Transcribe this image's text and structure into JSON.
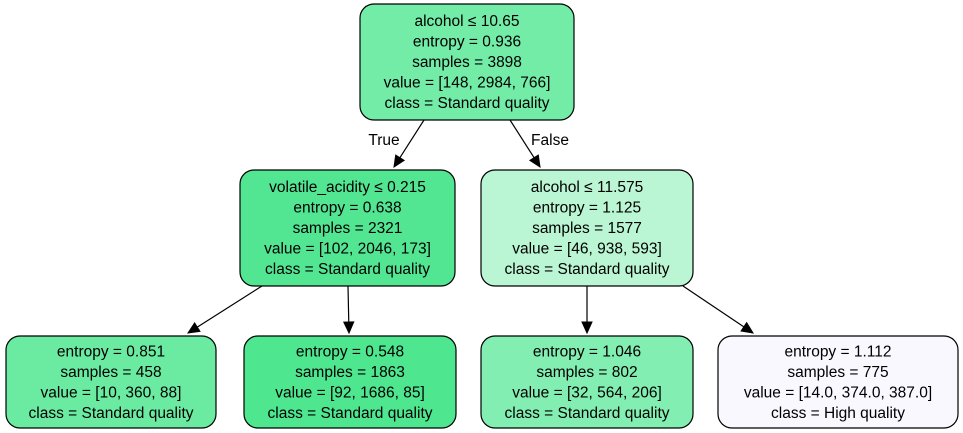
{
  "tree": {
    "nodes": [
      {
        "id": "root",
        "lines": [
          "alcohol ≤ 10.65",
          "entropy = 0.936",
          "samples = 3898",
          "value = [148, 2984, 766]",
          "class = Standard quality"
        ],
        "fill": "#72eca6"
      },
      {
        "id": "left",
        "lines": [
          "volatile_acidity ≤ 0.215",
          "entropy = 0.638",
          "samples = 2321",
          "value = [102, 2046, 173]",
          "class = Standard quality"
        ],
        "fill": "#52e692"
      },
      {
        "id": "right",
        "lines": [
          "alcohol ≤ 11.575",
          "entropy = 1.125",
          "samples = 1577",
          "value = [46, 938, 593]",
          "class = Standard quality"
        ],
        "fill": "#baf6d3"
      },
      {
        "id": "left-left",
        "lines": [
          "entropy = 0.851",
          "samples = 458",
          "value = [10, 360, 88]",
          "class = Standard quality"
        ],
        "fill": "#6aeba1"
      },
      {
        "id": "left-right",
        "lines": [
          "entropy = 0.548",
          "samples = 1863",
          "value = [92, 1686, 85]",
          "class = Standard quality"
        ],
        "fill": "#4ee68f"
      },
      {
        "id": "right-left",
        "lines": [
          "entropy = 1.046",
          "samples = 802",
          "value = [32, 564, 206]",
          "class = Standard quality"
        ],
        "fill": "#83eeb1"
      },
      {
        "id": "right-right",
        "lines": [
          "entropy = 1.112",
          "samples = 775",
          "value = [14.0, 374.0, 387.0]",
          "class = High quality"
        ],
        "fill": "#f9f8fe"
      }
    ],
    "edges": [
      {
        "from": "root",
        "to": "left",
        "label": "True"
      },
      {
        "from": "root",
        "to": "right",
        "label": "False"
      },
      {
        "from": "left",
        "to": "left-left",
        "label": ""
      },
      {
        "from": "left",
        "to": "left-right",
        "label": ""
      },
      {
        "from": "right",
        "to": "right-left",
        "label": ""
      },
      {
        "from": "right",
        "to": "right-right",
        "label": ""
      }
    ]
  }
}
